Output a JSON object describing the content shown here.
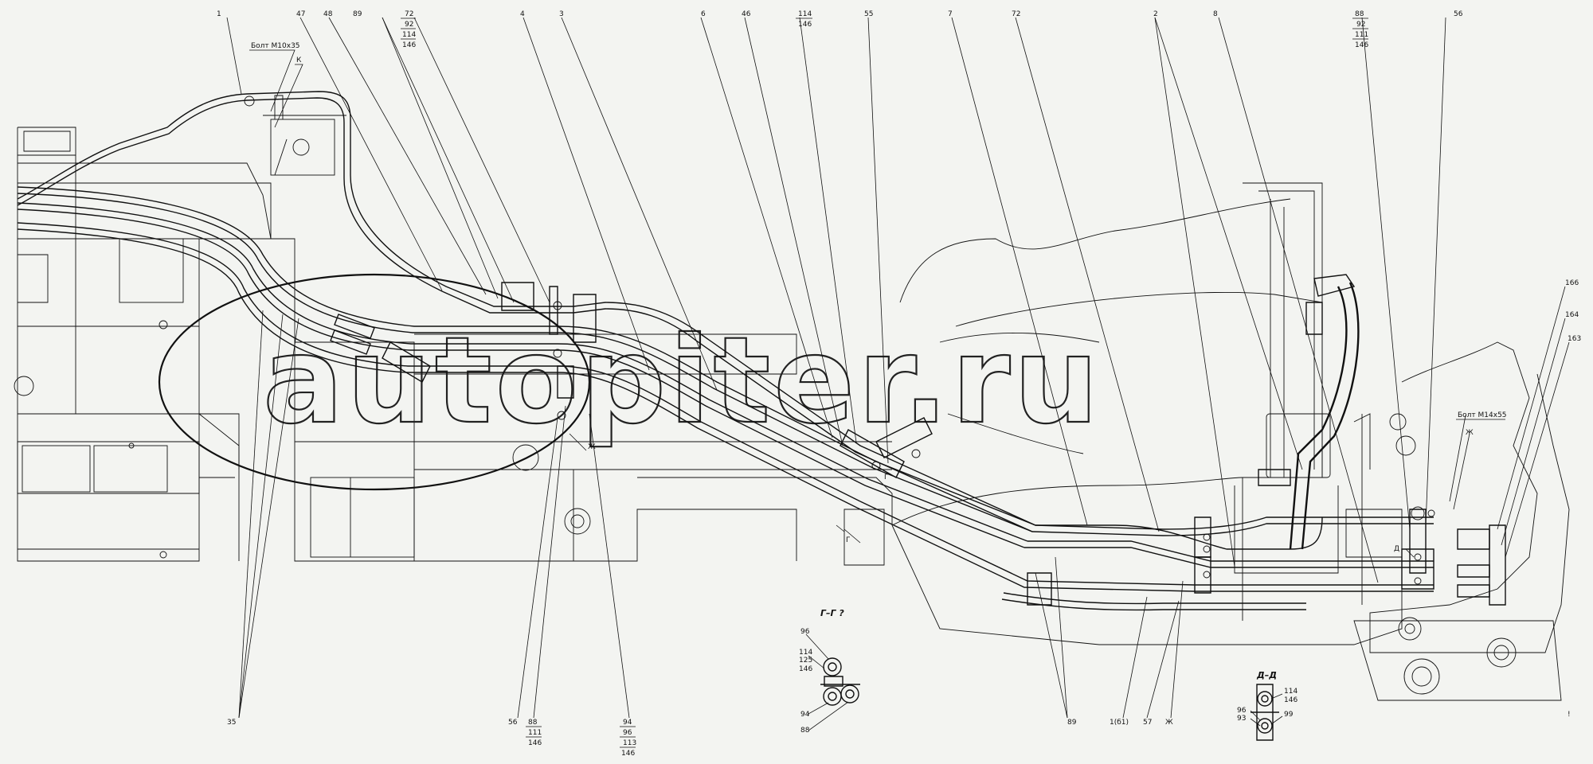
{
  "watermark": "autopiter.ru",
  "callouts_top": [
    "1",
    "47",
    "48",
    "89",
    "72",
    "4",
    "3",
    "6",
    "46",
    "114",
    "55",
    "7",
    "72",
    "2",
    "8",
    "88",
    "56"
  ],
  "callout_stack_114_146": [
    "114",
    "146"
  ],
  "callout_stack_72": [
    "72",
    "92",
    "114",
    "146"
  ],
  "callout_stack_88": [
    "88",
    "92",
    "111",
    "146"
  ],
  "notes": {
    "bolt_m10": "Болт М10х35",
    "k": "К",
    "bolt_m14": "Болт М14х55",
    "zh1": "Ж",
    "zh2": "Ж",
    "g1": "Г",
    "g2": "Г",
    "d1": "Д"
  },
  "callouts_right": [
    "166",
    "164",
    "163"
  ],
  "callouts_bottom": {
    "c35": "35",
    "c56": "56",
    "c88": [
      "88",
      "111",
      "146"
    ],
    "c94": [
      "94",
      "96",
      "113",
      "146"
    ],
    "c89": "89",
    "c1b1": "1(б1)",
    "c57": "57",
    "czh": "Ж"
  },
  "section_gg": {
    "title": "Г–Г ?",
    "labels": [
      "96",
      "114",
      "125",
      "146",
      "94",
      "88"
    ]
  },
  "section_dd": {
    "title": "Д–Д",
    "labels": [
      "114",
      "146",
      "96",
      "93",
      "99"
    ]
  },
  "corner_mark": "!"
}
